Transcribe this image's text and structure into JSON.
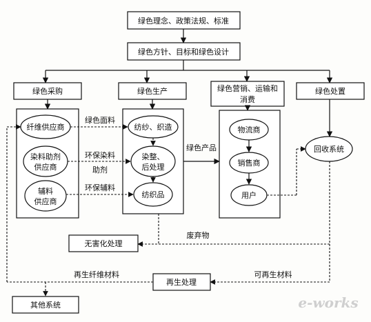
{
  "top": {
    "policy": "绿色理念、政策法规、标准",
    "design": "绿色方针、目标和绿色设计"
  },
  "columns": {
    "procurement": "绿色采购",
    "production": "绿色生产",
    "marketing_line1": "绿色营销、运输和",
    "marketing_line2": "消费",
    "disposal": "绿色处置"
  },
  "procurement_nodes": {
    "fiber": "纤维供应商",
    "dye_line1": "染料助剂",
    "dye_line2": "供应商",
    "aux_line1": "辅料",
    "aux_line2": "供应商"
  },
  "production_nodes": {
    "spin": "纺纱、织造",
    "dyeing_line1": "染整、",
    "dyeing_line2": "后处理",
    "textile": "纺织品"
  },
  "market_nodes": {
    "logistics": "物流商",
    "seller": "销售商",
    "user": "用户"
  },
  "disposal_nodes": {
    "recycle": "回收系统"
  },
  "flows": {
    "green_fabric": "绿色面料",
    "eco_dye_line1": "环保染料",
    "eco_dye_line2": "助剂",
    "eco_aux": "环保辅料",
    "green_product": "绿色产品",
    "waste": "废弃物",
    "recycled_fiber": "再生纤维材料",
    "renewable": "可再生材料"
  },
  "bottom": {
    "harmless": "无害化处理",
    "regen": "再生处理",
    "other": "其他系统"
  },
  "watermark": "e-works"
}
